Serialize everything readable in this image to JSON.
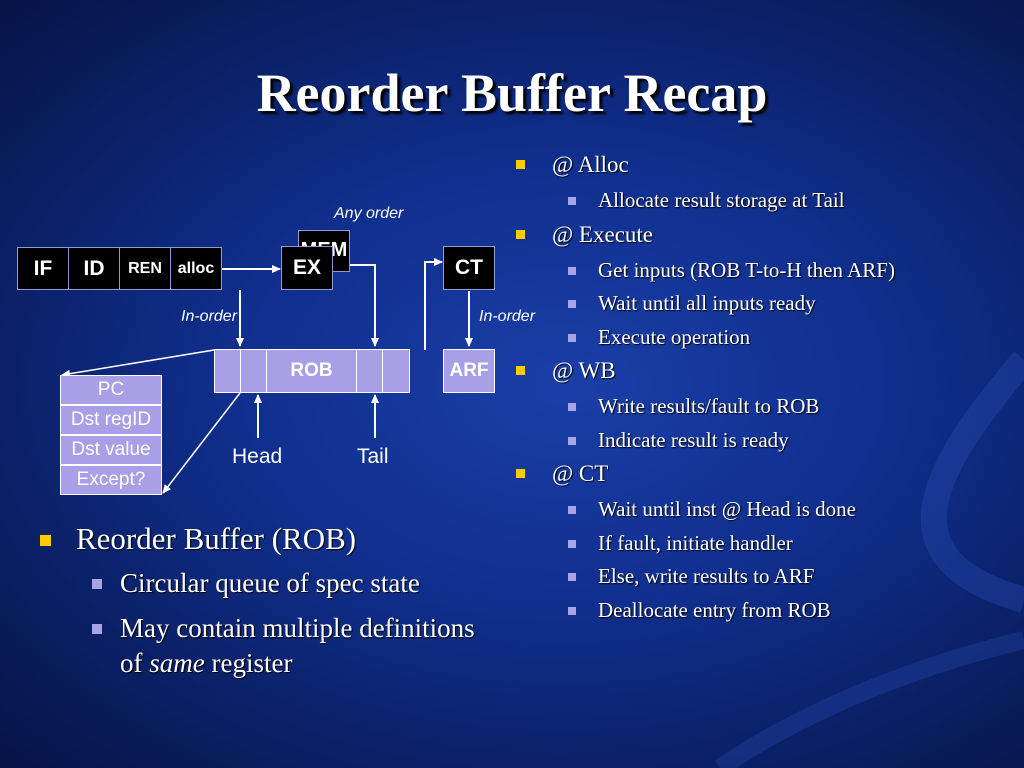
{
  "title": "Reorder Buffer Recap",
  "pipeline": {
    "if": "IF",
    "id": "ID",
    "ren": "REN",
    "alloc": "alloc",
    "mem": "MEM",
    "ex": "EX",
    "ct": "CT",
    "rob": "ROB",
    "arf": "ARF",
    "any_order": "Any order",
    "in_order_left": "In-order",
    "in_order_right": "In-order",
    "head": "Head",
    "tail": "Tail"
  },
  "rob_entry_fields": [
    "PC",
    "Dst regID",
    "Dst value",
    "Except?"
  ],
  "left_bullets": {
    "main": "Reorder Buffer (ROB)",
    "sub1": "Circular queue of spec state",
    "sub2_prefix": "May contain multiple definitions of ",
    "sub2_emph": "same",
    "sub2_suffix": " register"
  },
  "right_bullets": [
    {
      "label": "@ Alloc",
      "items": [
        "Allocate result storage at Tail"
      ]
    },
    {
      "label": "@ Execute",
      "items": [
        "Get inputs (ROB T-to-H then ARF)",
        "Wait until all inputs ready",
        "Execute operation"
      ]
    },
    {
      "label": "@ WB",
      "items": [
        "Write results/fault to ROB",
        "Indicate result is ready"
      ]
    },
    {
      "label": "@ CT",
      "items": [
        "Wait until inst @ Head is done",
        "If fault, initiate handler",
        "Else, write results to ARF",
        "Deallocate entry from ROB"
      ]
    }
  ],
  "colors": {
    "background": "#102f8e",
    "bullet": "#ffcc00",
    "sub_bullet": "#a9a4e8",
    "rob_fill": "#a99fe6",
    "stage_fill": "#000000"
  }
}
